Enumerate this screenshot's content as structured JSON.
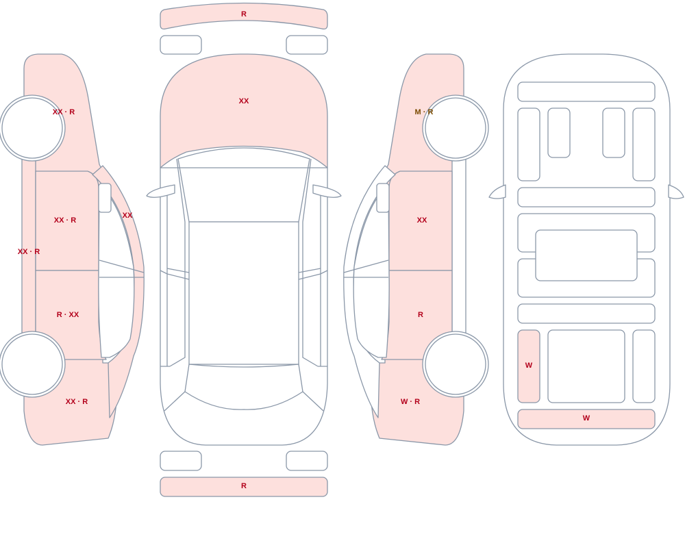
{
  "colors": {
    "damaged_fill": "#fde0dd",
    "outline": "#8a97a8",
    "label_red": "#b3001b",
    "label_brown": "#7a4a00"
  },
  "labels": {
    "top_bumper": "R",
    "hood": "XX",
    "bottom_bumper": "R",
    "left_front_fender": "XX · R",
    "left_front_door": "XX · R",
    "left_a_pillar": "XX",
    "left_sill": "XX · R",
    "left_rear_door": "R · XX",
    "left_rear_quarter": "XX · R",
    "right_front_fender": "M · R",
    "right_front_door": "XX",
    "right_rear_door": "R",
    "right_rear_quarter": "W · R",
    "underbody_left_rail": "W",
    "underbody_rear_crossmember": "W"
  }
}
